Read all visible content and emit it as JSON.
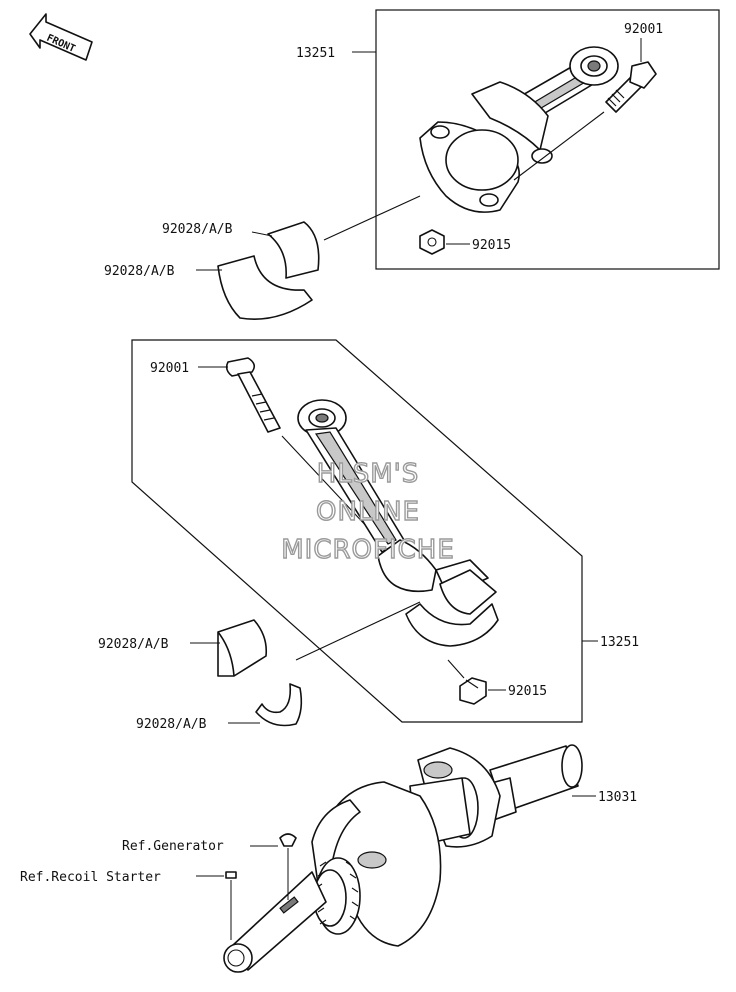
{
  "orientation": {
    "text": "FRONT",
    "icon": "front-arrow-icon"
  },
  "watermark": [
    "HLSM'S",
    "ONLINE",
    "MICROFICHE"
  ],
  "labels": {
    "top_rod_assy": "13251",
    "top_bolt": "92001",
    "top_nut": "92015",
    "top_bearing_upper": "92028/A/B",
    "top_bearing_lower": "92028/A/B",
    "mid_bolt": "92001",
    "mid_rod_assy": "13251",
    "mid_bearing_upper": "92028/A/B",
    "mid_nut": "92015",
    "mid_bearing_lower": "92028/A/B",
    "crankshaft": "13031",
    "ref_generator": "Ref.Generator",
    "ref_recoil": "Ref.Recoil Starter"
  }
}
